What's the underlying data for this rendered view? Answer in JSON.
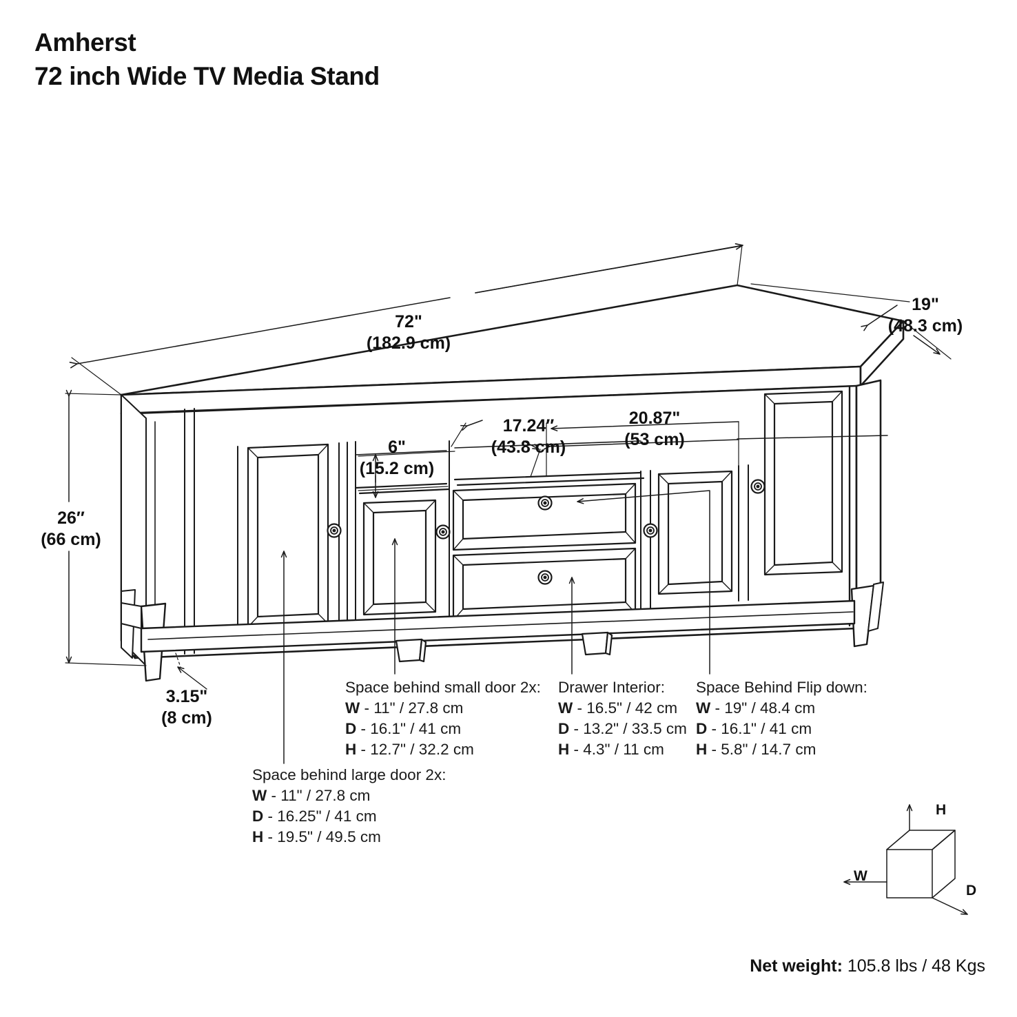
{
  "title": {
    "line1": "Amherst",
    "line2": "72 inch Wide TV Media Stand"
  },
  "dimensions": {
    "width": {
      "imperial": "72\"",
      "metric": "(182.9 cm)"
    },
    "depth": {
      "imperial": "19\"",
      "metric": "(48.3 cm)"
    },
    "height": {
      "imperial": "26″",
      "metric": "(66 cm)"
    },
    "leg": {
      "imperial": "3.15\"",
      "metric": "(8 cm)"
    },
    "shelf_height": {
      "imperial": "6\"",
      "metric": "(15.2 cm)"
    },
    "opening_small": {
      "imperial": "17.24″",
      "metric": "(43.8 cm)"
    },
    "opening_large": {
      "imperial": "20.87\"",
      "metric": "(53 cm)"
    }
  },
  "callouts": [
    {
      "id": "small-door",
      "heading": "Space behind small door 2x:",
      "rows": [
        {
          "key": "W",
          "value": "- 11\" / 27.8 cm"
        },
        {
          "key": "D",
          "value": "- 16.1\" / 41 cm"
        },
        {
          "key": "H",
          "value": "- 12.7\" / 32.2 cm"
        }
      ]
    },
    {
      "id": "drawer",
      "heading": "Drawer Interior:",
      "rows": [
        {
          "key": "W",
          "value": "- 16.5\" / 42 cm"
        },
        {
          "key": "D",
          "value": "- 13.2\" / 33.5 cm"
        },
        {
          "key": "H",
          "value": "- 4.3\" / 11 cm"
        }
      ]
    },
    {
      "id": "flip-down",
      "heading": "Space Behind Flip down:",
      "rows": [
        {
          "key": "W",
          "value": "- 19\" / 48.4 cm"
        },
        {
          "key": "D",
          "value": "- 16.1\" / 41 cm"
        },
        {
          "key": "H",
          "value": "- 5.8\" / 14.7 cm"
        }
      ]
    },
    {
      "id": "large-door",
      "heading": "Space behind large door 2x:",
      "rows": [
        {
          "key": "W",
          "value": "- 11\" / 27.8 cm"
        },
        {
          "key": "D",
          "value": "- 16.25\" / 41 cm"
        },
        {
          "key": "H",
          "value": "- 19.5\" / 49.5 cm"
        }
      ]
    }
  ],
  "legend": {
    "width_letter": "W",
    "depth_letter": "D",
    "height_letter": "H"
  },
  "footer": {
    "net_weight_label": "Net weight:",
    "net_weight_value": " 105.8 lbs / 48 Kgs"
  },
  "colors": {
    "ink": "#111111",
    "line": "#1a1a1a",
    "background": "#ffffff"
  }
}
